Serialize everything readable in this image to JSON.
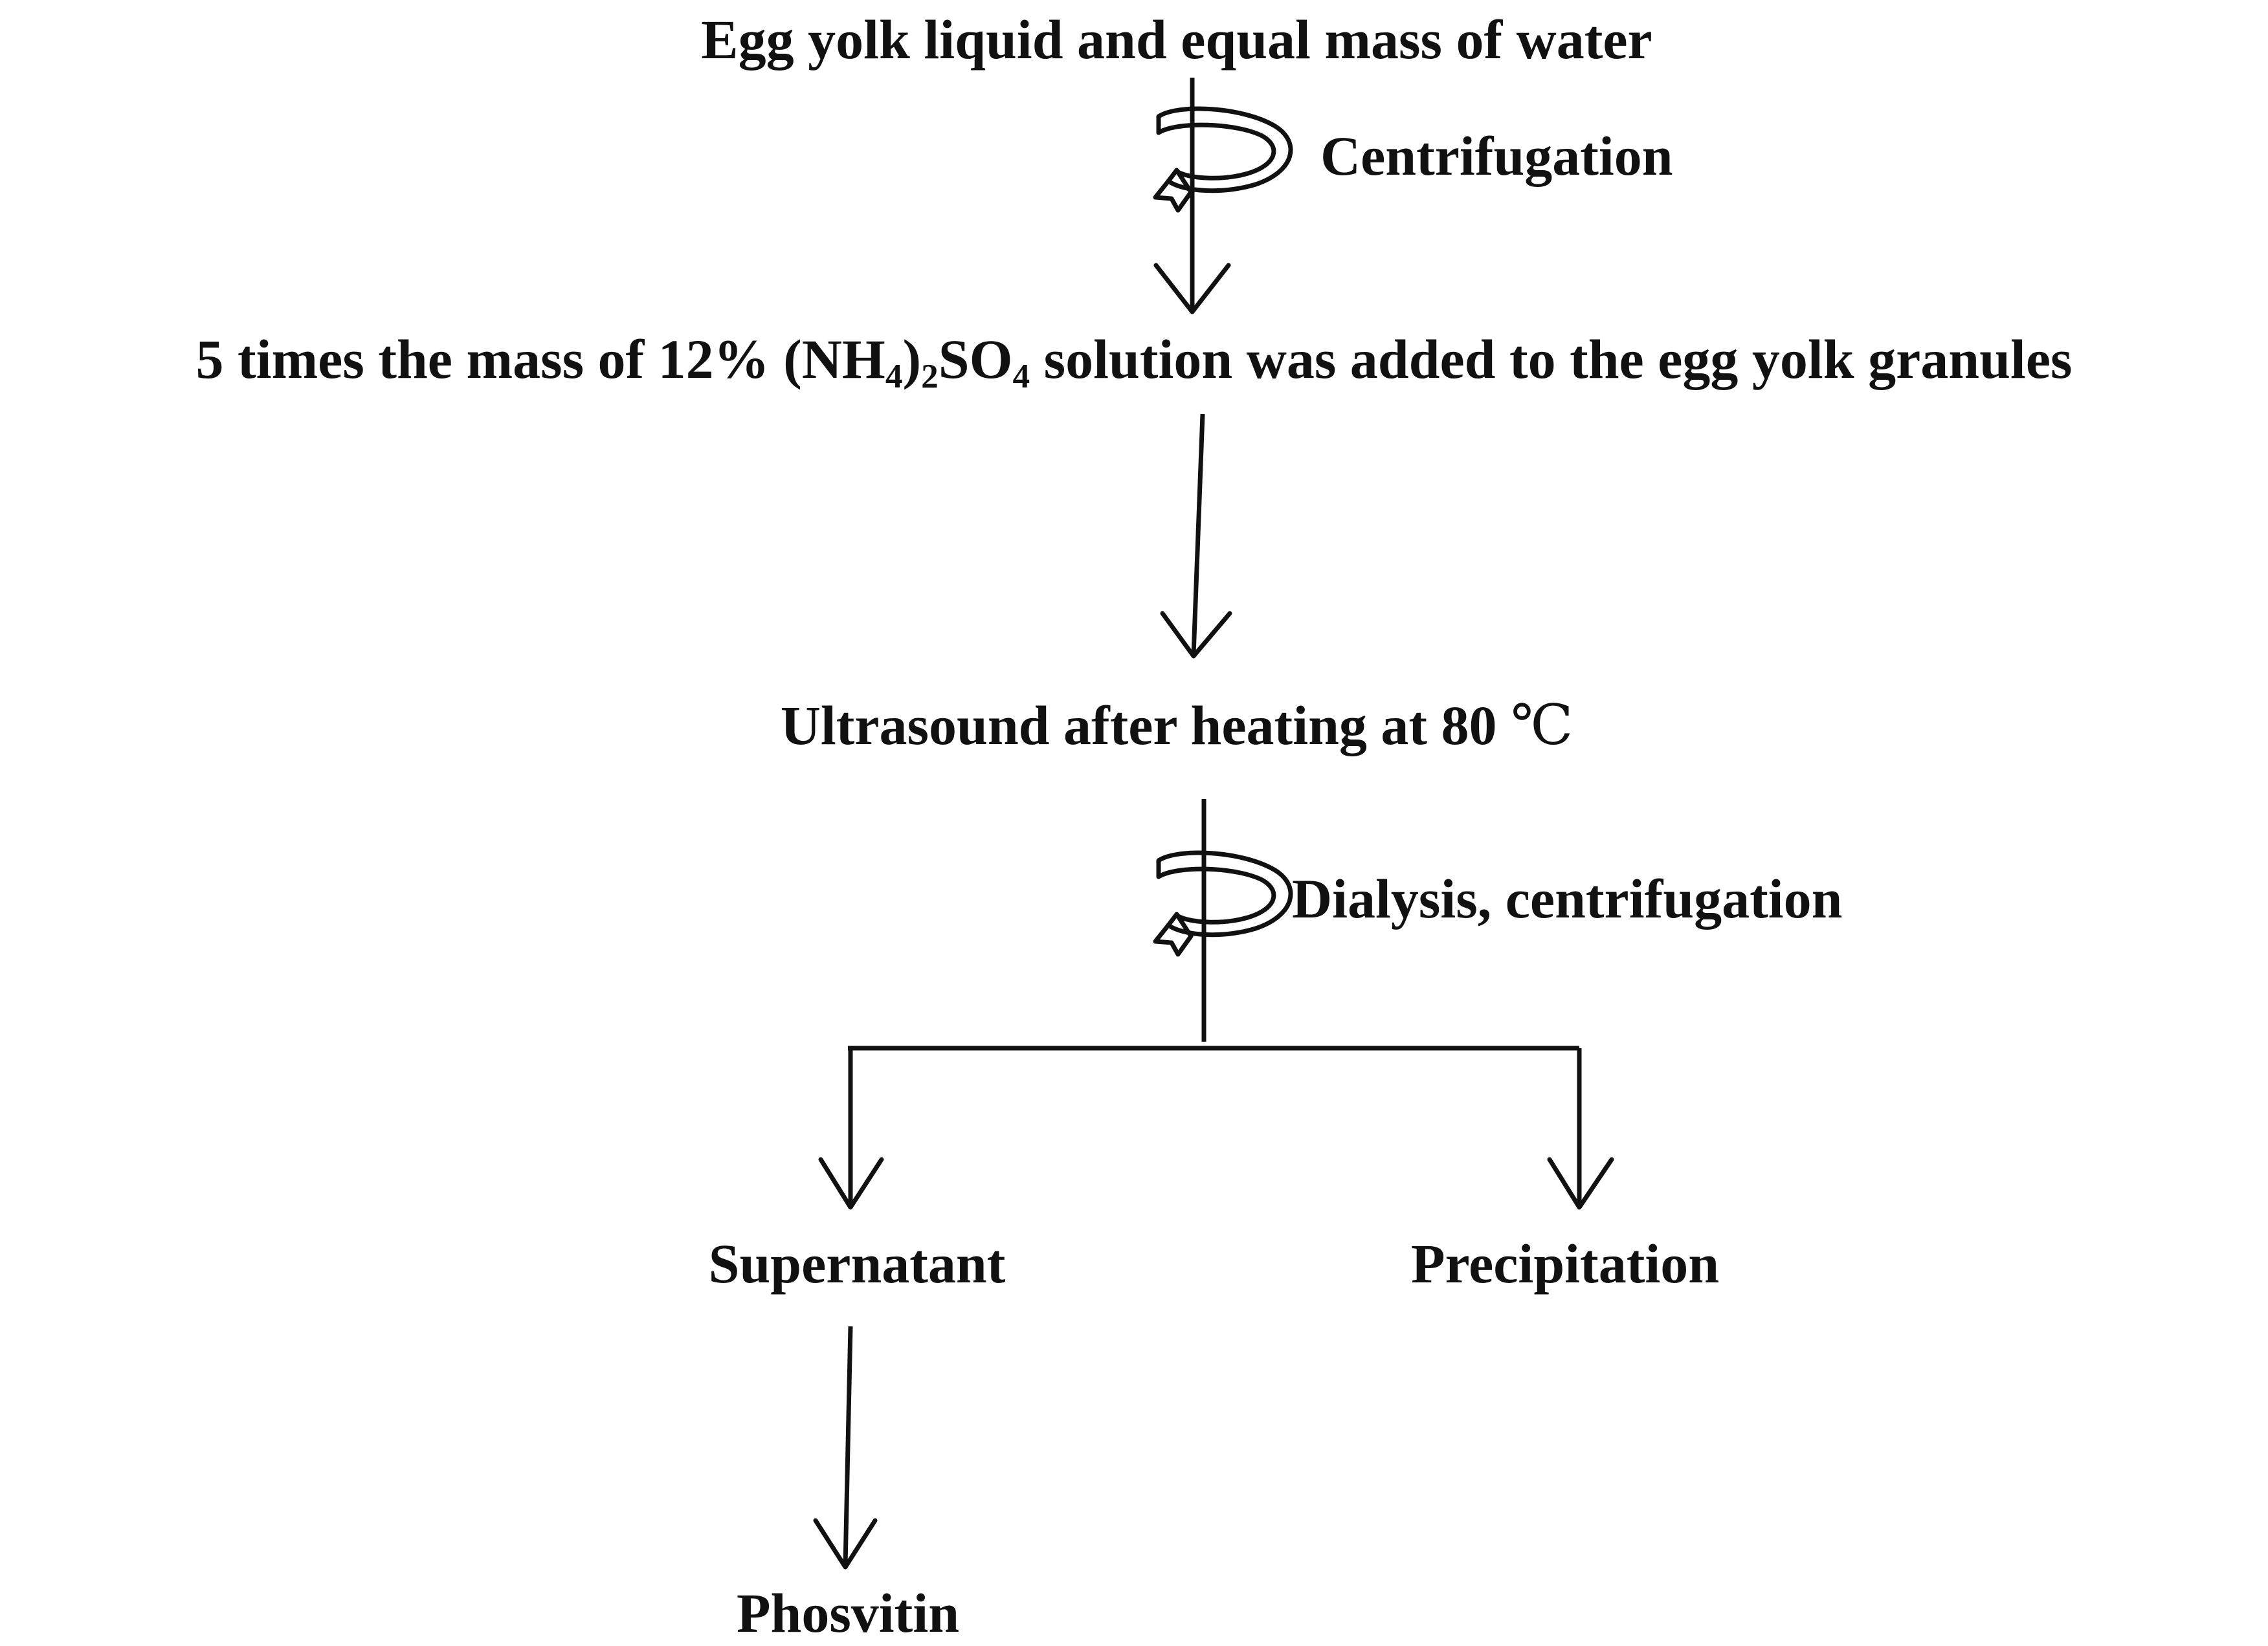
{
  "diagram": {
    "nodes": {
      "start": {
        "text": "Egg yolk liquid and equal mass of water"
      },
      "step2": {
        "prefix": "5 times the mass of 12% (NH",
        "sub1": "4",
        "paren_close": ")",
        "sub2": "2",
        "mid": "SO",
        "sub3": "4",
        "suffix": " solution was added to the egg yolk granules"
      },
      "step3": {
        "text": "Ultrasound after heating at 80 ",
        "unit": "℃"
      },
      "supernatant": {
        "text": "Supernatant"
      },
      "precipitation": {
        "text": "Precipitation"
      },
      "phosvitin": {
        "text": "Phosvitin"
      }
    },
    "process_labels": {
      "centrifugation": "Centrifugation",
      "dialysis_centrifugation": "Dialysis, centrifugation"
    },
    "colors": {
      "ink": "#111111",
      "background": "#ffffff"
    },
    "icons": [
      "rotation-icon",
      "arrow-down-icon"
    ]
  }
}
